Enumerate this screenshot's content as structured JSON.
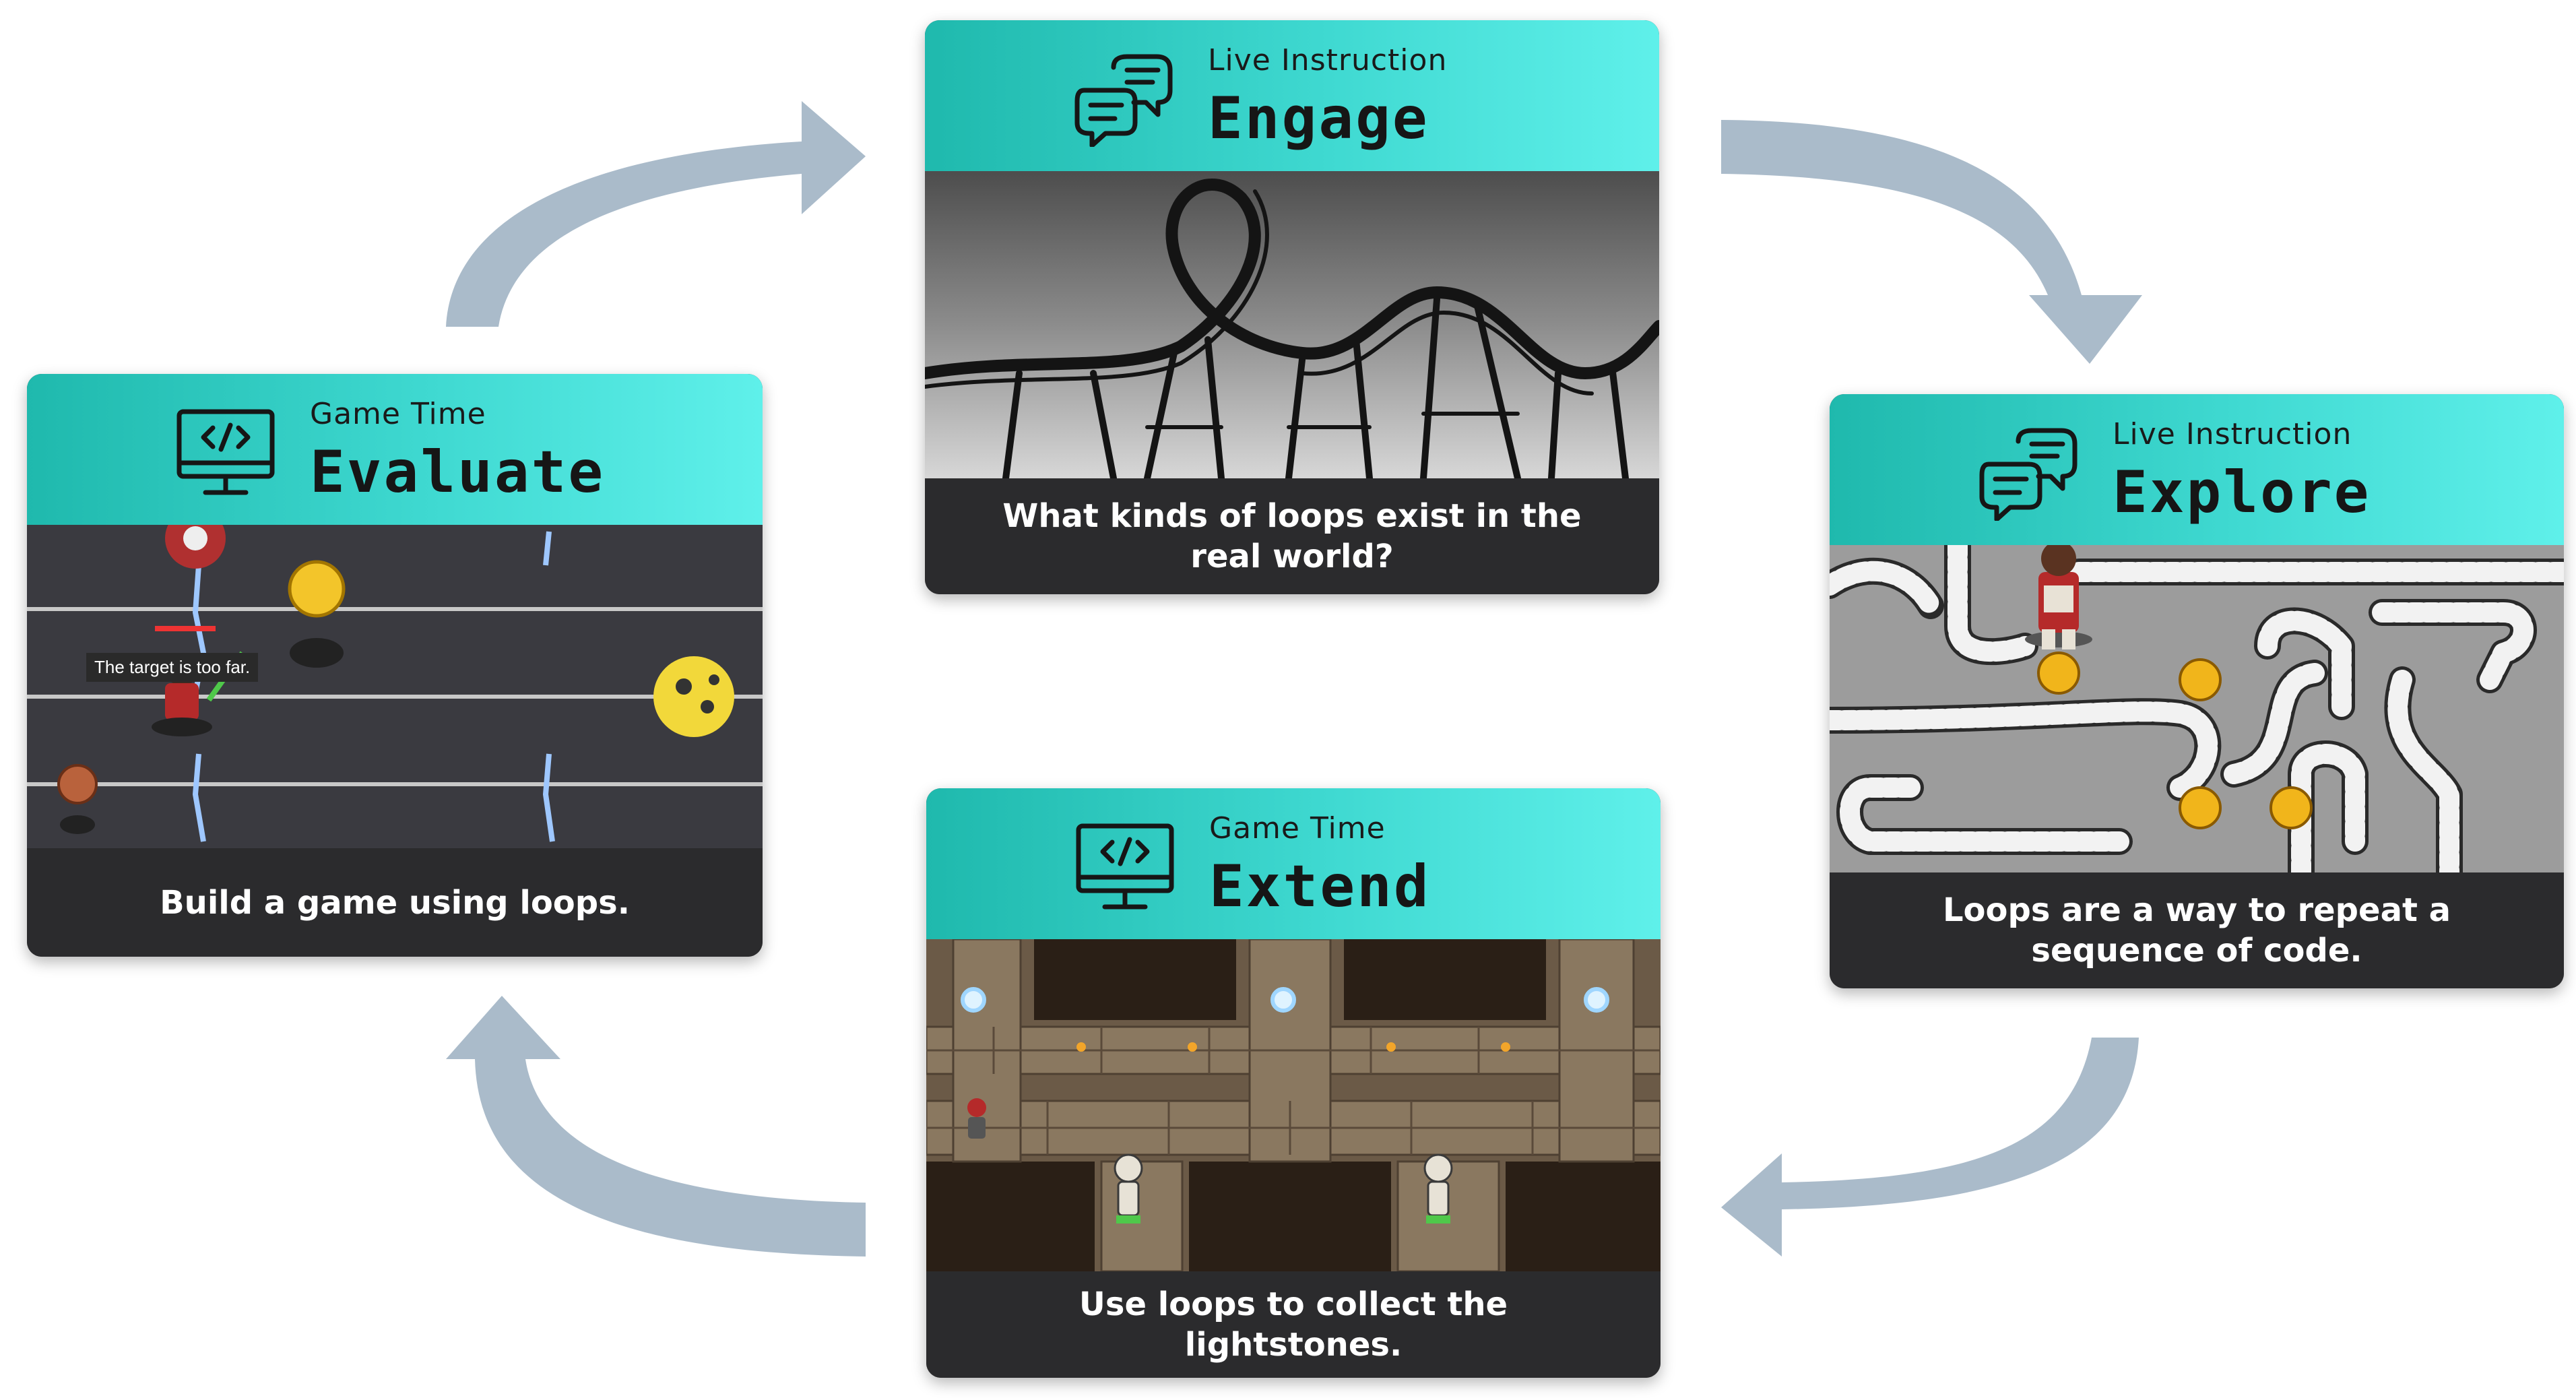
{
  "colors": {
    "header_start": "#1fb9ad",
    "header_end": "#5ff0ea",
    "caption_bg": "#2b2b2d",
    "arrow": "#a5b7c7"
  },
  "cards": {
    "engage": {
      "subtitle": "Live Instruction",
      "title": "Engage",
      "caption": "What kinds of loops exist in the real world?",
      "icon": "chat-bubbles-icon"
    },
    "explore": {
      "subtitle": "Live Instruction",
      "title": "Explore",
      "caption": "Loops are a way to repeat a sequence of code.",
      "icon": "chat-bubbles-icon"
    },
    "extend": {
      "subtitle": "Game Time",
      "title": "Extend",
      "caption": "Use loops to collect the lightstones.",
      "icon": "computer-code-icon"
    },
    "evaluate": {
      "subtitle": "Game Time",
      "title": "Evaluate",
      "caption": "Build a game using loops.",
      "icon": "computer-code-icon",
      "game_tooltip": "The target is too far."
    }
  }
}
